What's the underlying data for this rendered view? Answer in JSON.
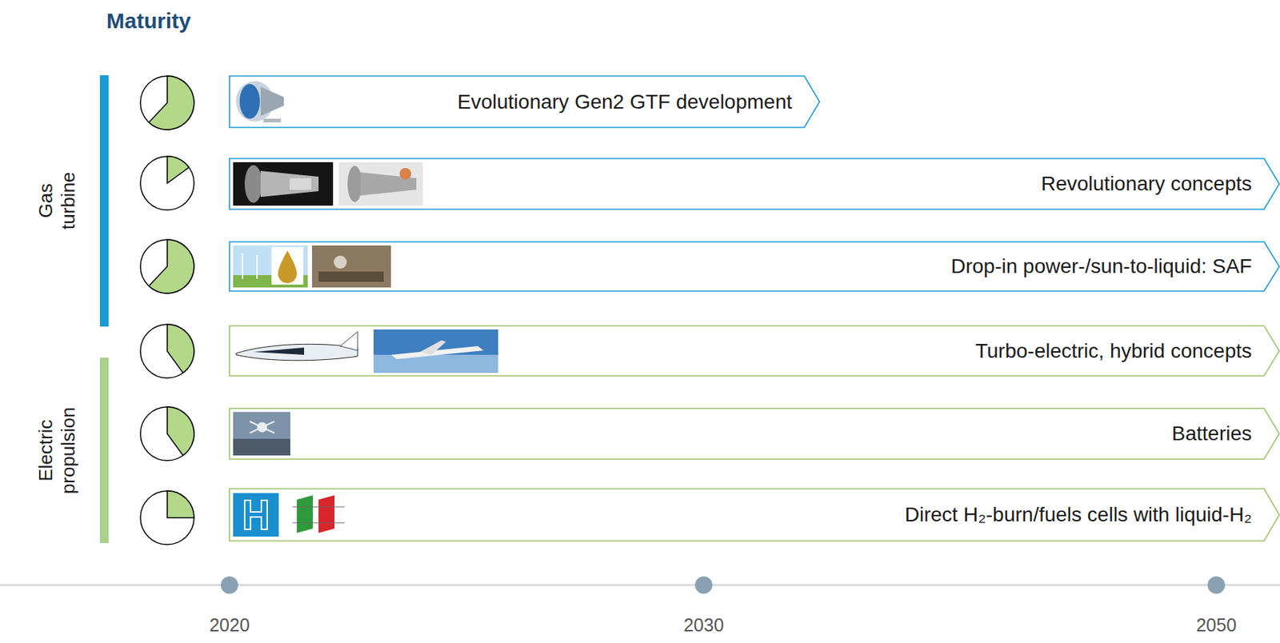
{
  "diagram": {
    "title": "Maturity",
    "nodes": [
      {
        "text": [
          "Evolutionary Gen2 GTF development"
        ]
      },
      {
        "text": [
          "Revolutionary concepts"
        ]
      },
      {
        "text": [
          "Drop-in power-/sun-to-liquid: SAF"
        ]
      },
      {
        "text": [
          "Turbo-electric, hybrid concepts"
        ]
      },
      {
        "text": [
          "Batteries"
        ]
      },
      {
        "text": [
          "Direct H₂-burn/fuels cells with liquid-H₂"
        ]
      }
    ],
    "labels": [
      "Gas turbine",
      "Electric propulsion",
      "2020",
      "2030",
      "2050"
    ]
  }
}
